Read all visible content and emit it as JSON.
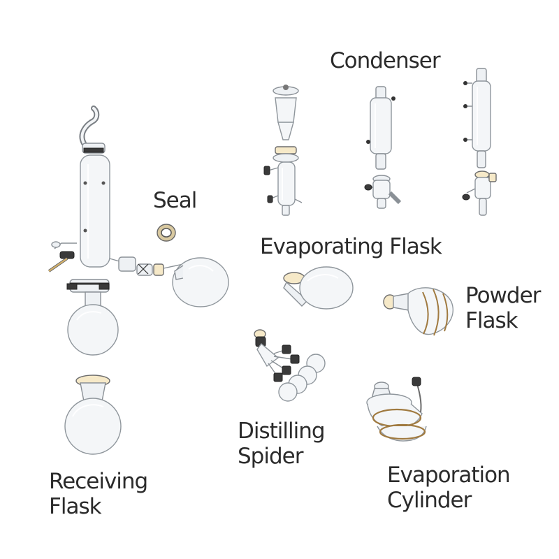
{
  "labels": {
    "condenser": "Condenser",
    "seal": "Seal",
    "evaporating_flask": "Evaporating Flask",
    "powder_flask_line1": "Powder",
    "powder_flask_line2": "Flask",
    "distilling_spider_line1": "Distilling",
    "distilling_spider_line2": "Spider",
    "receiving_flask_line1": "Receiving",
    "receiving_flask_line2": "Flask",
    "evaporation_cylinder_line1": "Evaporation",
    "evaporation_cylinder_line2": "Cylinder"
  }
}
